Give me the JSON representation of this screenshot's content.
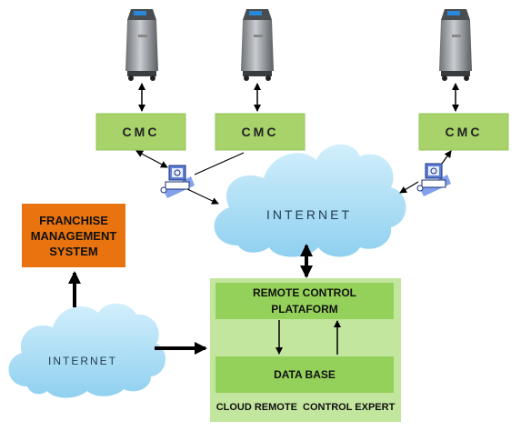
{
  "colors": {
    "cmc_fill": "#a8d36a",
    "cloud_fill": "#a9dcf4",
    "franchise_fill": "#e8730f",
    "platform_outer": "#c2e69e",
    "platform_inner": "#94d15a",
    "arrow": "#000000"
  },
  "nodes": {
    "cmc_1": "CMC",
    "cmc_2": "CMC",
    "cmc_3": "CMC",
    "internet_main": "INTERNET",
    "internet_small": "INTERNET",
    "franchise_line1": "FRANCHISE",
    "franchise_line2": "MANAGEMENT",
    "franchise_line3": "SYSTEM",
    "remote_line1": "REMOTE CONTROL",
    "remote_line2": "PLATAFORM",
    "data_base": "DATA BASE",
    "cloud_expert": "CLOUD REMOTE  CONTROL EXPERT"
  },
  "icons": [
    "machine-icon",
    "machine-icon",
    "machine-icon",
    "computer-icon",
    "computer-icon"
  ]
}
